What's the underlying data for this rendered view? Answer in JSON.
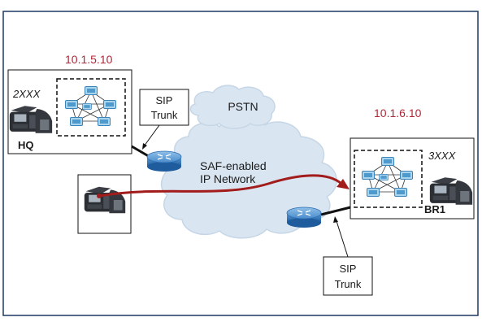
{
  "labels": {
    "hq_ip": "10.1.5.10",
    "br1_ip": "10.1.6.10",
    "hq_ext": "2XXX",
    "br1_ext": "3XXX",
    "hq_site": "HQ",
    "br1_site": "BR1",
    "pstn": "PSTN",
    "network_line1": "SAF-enabled",
    "network_line2": "IP Network",
    "sip_trunk_top_line1": "SIP",
    "sip_trunk_top_line2": "Trunk",
    "sip_trunk_bottom_line1": "SIP",
    "sip_trunk_bottom_line2": "Trunk"
  },
  "colors": {
    "ip_label": "#b0283a",
    "call_path": "#a21c1c",
    "cloud_fill": "#d9e6f2",
    "router": "#2f6db0",
    "frame": "#1f3864"
  },
  "icons": {
    "router": "router-icon",
    "phone": "ip-phone-icon",
    "cluster": "call-manager-cluster-icon",
    "cloud": "cloud-icon"
  }
}
